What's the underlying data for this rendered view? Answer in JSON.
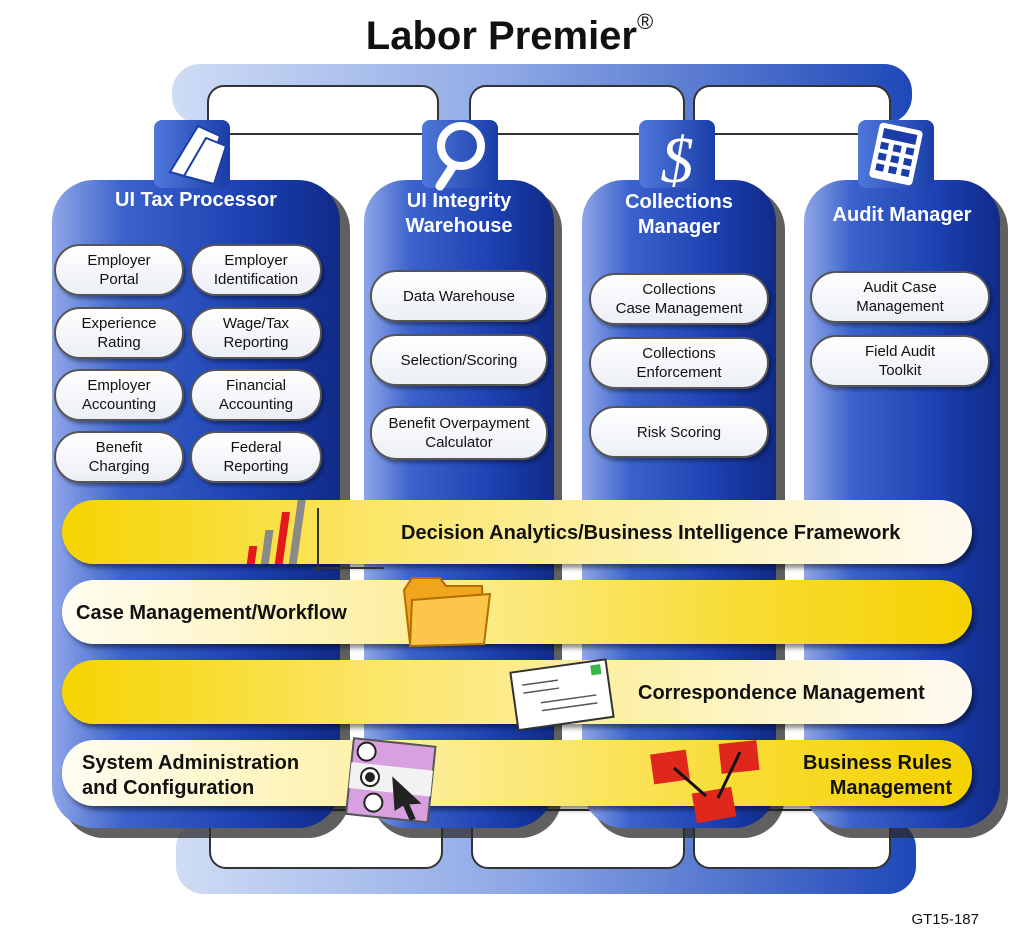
{
  "title": "Labor Premier",
  "title_mark": "®",
  "columns": [
    {
      "title": "UI Tax\nProcessor",
      "icon": "document-icon",
      "items": [
        "Employer\nPortal",
        "Employer\nIdentification",
        "Experience\nRating",
        "Wage/Tax\nReporting",
        "Employer\nAccounting",
        "Financial\nAccounting",
        "Benefit\nCharging",
        "Federal\nReporting"
      ]
    },
    {
      "title": "UI Integrity\nWarehouse",
      "icon": "magnifier-icon",
      "items": [
        "Data Warehouse",
        "Selection/Scoring",
        "Benefit Overpayment\nCalculator"
      ]
    },
    {
      "title": "Collections\nManager",
      "icon": "dollar-icon",
      "items": [
        "Collections\nCase Management",
        "Collections\nEnforcement",
        "Risk Scoring"
      ]
    },
    {
      "title": "Audit Manager",
      "icon": "calculator-icon",
      "items": [
        "Audit Case\nManagement",
        "Field Audit\nToolkit"
      ]
    }
  ],
  "bands": [
    {
      "label": "Decision Analytics/Business Intelligence Framework",
      "icon": "bar-chart-icon"
    },
    {
      "label": "Case Management/Workflow",
      "icon": "folder-icon"
    },
    {
      "label": "Correspondence Management",
      "icon": "envelope-icon"
    },
    {
      "label": "System Administration\nand Configuration",
      "icon": "radio-options-icon"
    },
    {
      "label": "Business Rules\nManagement",
      "icon": "rules-flow-icon"
    }
  ],
  "figure_id": "GT15-187",
  "colors": {
    "column_blue": "#1f47b3",
    "band_yellow": "#f5d400",
    "frame_blue": "#2b56c6"
  }
}
